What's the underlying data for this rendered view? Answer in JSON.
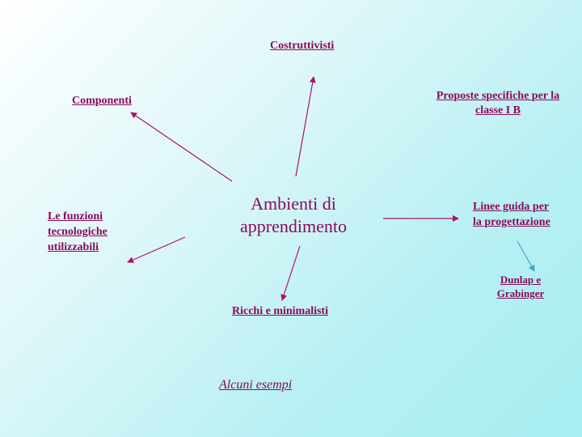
{
  "colors": {
    "accent": "#8a0a5a",
    "arrow_main": "#b0106e",
    "arrow_secondary": "#3aa7d6"
  },
  "center": {
    "line1": "Ambienti di",
    "line2": "apprendimento"
  },
  "nodes": {
    "costruttivisti": "Costruttivisti",
    "componenti": "Componenti",
    "proposte_line1": "Proposte specifiche per la",
    "proposte_line2": "classe I B",
    "funzioni_line1": "Le funzioni",
    "funzioni_line2": "tecnologiche",
    "funzioni_line3": "utilizzabili",
    "linee_line1": "Linee guida per",
    "linee_line2": "la progettazione",
    "dunlap_line1": "Dunlap e",
    "dunlap_line2": "Grabinger",
    "ricchi": "Ricchi  e minimalisti",
    "alcuni": "Alcuni esempi"
  }
}
